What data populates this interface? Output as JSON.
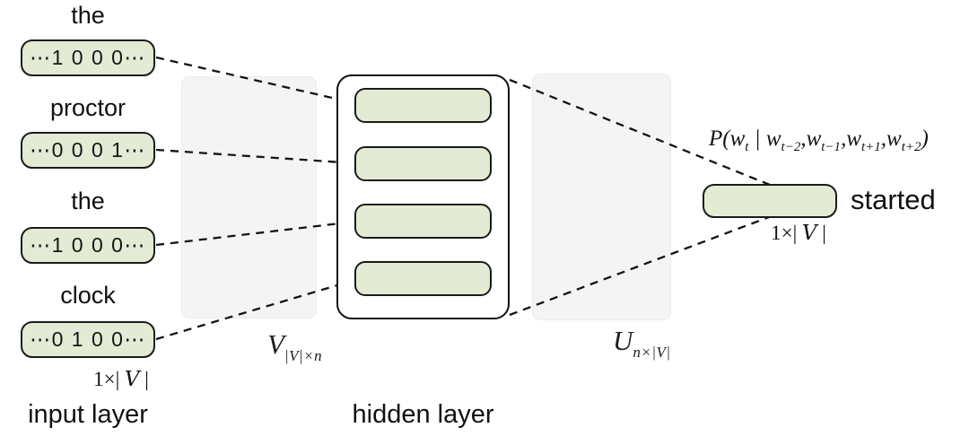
{
  "diagram": {
    "title_semantic": "neural language model feedforward diagram",
    "colors": {
      "node_fill": "#e4ebd5",
      "node_border": "#1b1b1b",
      "matrix_fill": "#f4f4f4",
      "line_color": "#141414"
    },
    "input_layer": {
      "caption": "input layer",
      "dim_label": {
        "pre": "1×| ",
        "v": "V",
        "post": " |"
      },
      "nodes": [
        {
          "word": "the",
          "vector": "⋯1 0 0 0⋯"
        },
        {
          "word": "proctor",
          "vector": "⋯0 0 0 1⋯"
        },
        {
          "word": "the",
          "vector": "⋯1 0 0 0⋯"
        },
        {
          "word": "clock",
          "vector": "⋯0 1 0 0⋯"
        }
      ]
    },
    "v_matrix": {
      "base": "V",
      "sub": "|V|×n"
    },
    "u_matrix": {
      "base": "U",
      "sub": "n×|V|"
    },
    "hidden_layer": {
      "caption": "hidden layer",
      "unit_count": 4
    },
    "output": {
      "word": "started",
      "dim_label": {
        "pre": "1×| ",
        "v": "V",
        "post": " |"
      },
      "formula_tokens": [
        {
          "t": "P("
        },
        {
          "t": "w",
          "sub": "t"
        },
        {
          "t": " | "
        },
        {
          "t": "w",
          "sub": "t−2"
        },
        {
          "t": ","
        },
        {
          "t": "w",
          "sub": "t−1"
        },
        {
          "t": ","
        },
        {
          "t": "w",
          "sub": "t+1"
        },
        {
          "t": ","
        },
        {
          "t": "w",
          "sub": "t+2"
        },
        {
          "t": ")"
        }
      ]
    }
  }
}
